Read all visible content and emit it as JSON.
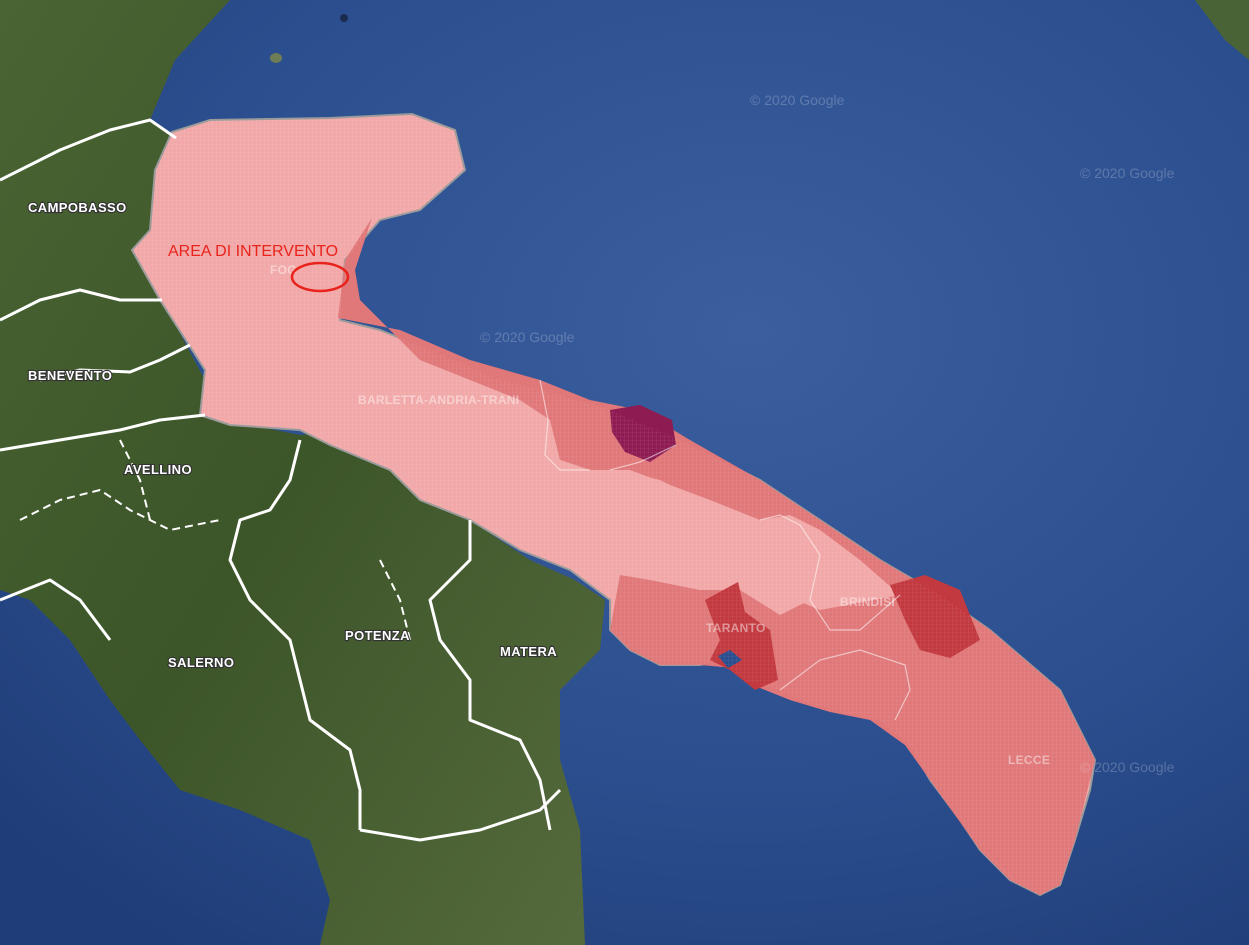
{
  "annotation": {
    "label": "AREA DI INTERVENTO",
    "color": "#e8231c"
  },
  "places": {
    "campobasso": "CAMPOBASSO",
    "benevento": "BENEVENTO",
    "avellino": "AVELLINO",
    "potenza": "POTENZA",
    "matera": "MATERA",
    "salerno": "SALERNO",
    "foggia": "FOG",
    "barletta": "BARLETTA-ANDRIA-TRANI",
    "taranto": "TARANTO",
    "brindisi": "BRINDISI",
    "lecce": "LECCE"
  },
  "watermarks": [
    "© 2020 Google",
    "© 2020 Google",
    "© 2020 Google",
    "© 2020 Google"
  ],
  "colors": {
    "sea": "#2b4e8e",
    "land": "#3f5a2c",
    "region_light": "#f2a8a8",
    "region_mid": "#e0787a",
    "region_dark": "#c23a40",
    "region_purple": "#8e1c52",
    "boundary": "#ffffff"
  }
}
